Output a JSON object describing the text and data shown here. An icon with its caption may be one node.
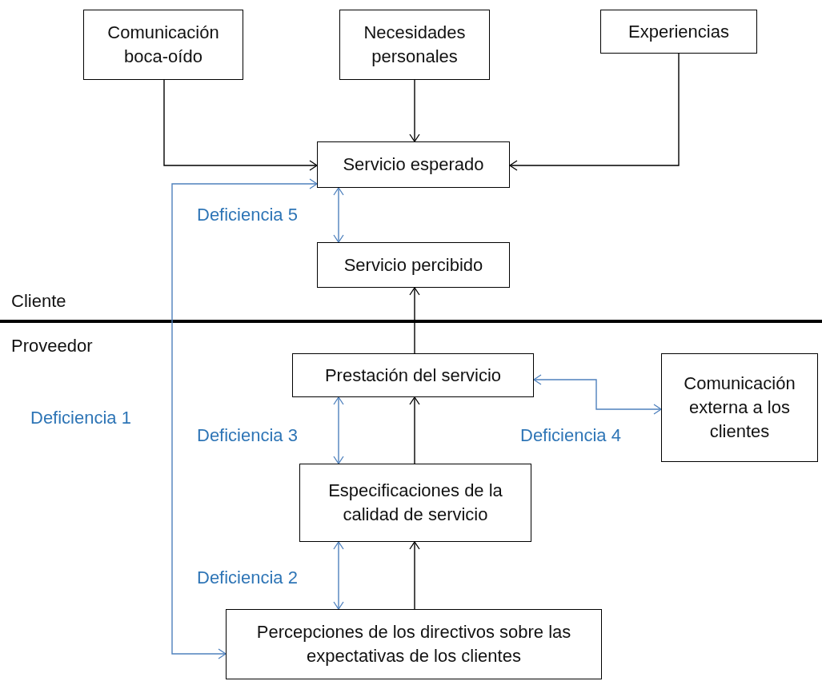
{
  "diagram": {
    "nodes": [
      {
        "text": [
          "Comunicación boca-oído"
        ]
      },
      {
        "text": [
          "Necesidades personales"
        ]
      },
      {
        "text": [
          "Experiencias"
        ]
      },
      {
        "text": [
          "Servicio esperado"
        ]
      },
      {
        "text": [
          "Servicio percibido"
        ]
      },
      {
        "text": [
          "Prestación del servicio"
        ]
      },
      {
        "text": [
          "Comunicación externa a los clientes"
        ]
      },
      {
        "text": [
          "Especificaciones de la calidad de servicio"
        ]
      },
      {
        "text": [
          "Percepciones de los directivos sobre las expectativas de los clientes"
        ]
      }
    ],
    "edges": [
      {
        "from": 0,
        "to": 3,
        "arrow": "to"
      },
      {
        "from": 1,
        "to": 3,
        "arrow": "to"
      },
      {
        "from": 2,
        "to": 3,
        "arrow": "to"
      },
      {
        "from": 5,
        "to": 4,
        "arrow": "to"
      },
      {
        "from": 7,
        "to": 5,
        "arrow": "to"
      },
      {
        "from": 8,
        "to": 7,
        "arrow": "to"
      },
      {
        "from": 3,
        "to": 4,
        "arrow": "both",
        "label": "Deficiencia 5",
        "color": "#4f81bd"
      },
      {
        "from": 5,
        "to": 7,
        "arrow": "both",
        "label": "Deficiencia 3",
        "color": "#4f81bd"
      },
      {
        "from": 7,
        "to": 8,
        "arrow": "both",
        "label": "Deficiencia 2",
        "color": "#4f81bd"
      },
      {
        "from": 5,
        "to": 6,
        "arrow": "both",
        "label": "Deficiencia 4",
        "color": "#4f81bd"
      },
      {
        "from": 8,
        "to": 3,
        "arrow": "both",
        "label": "Deficiencia 1",
        "color": "#4f81bd"
      }
    ],
    "labels": [
      "Cliente",
      "Proveedor"
    ]
  }
}
